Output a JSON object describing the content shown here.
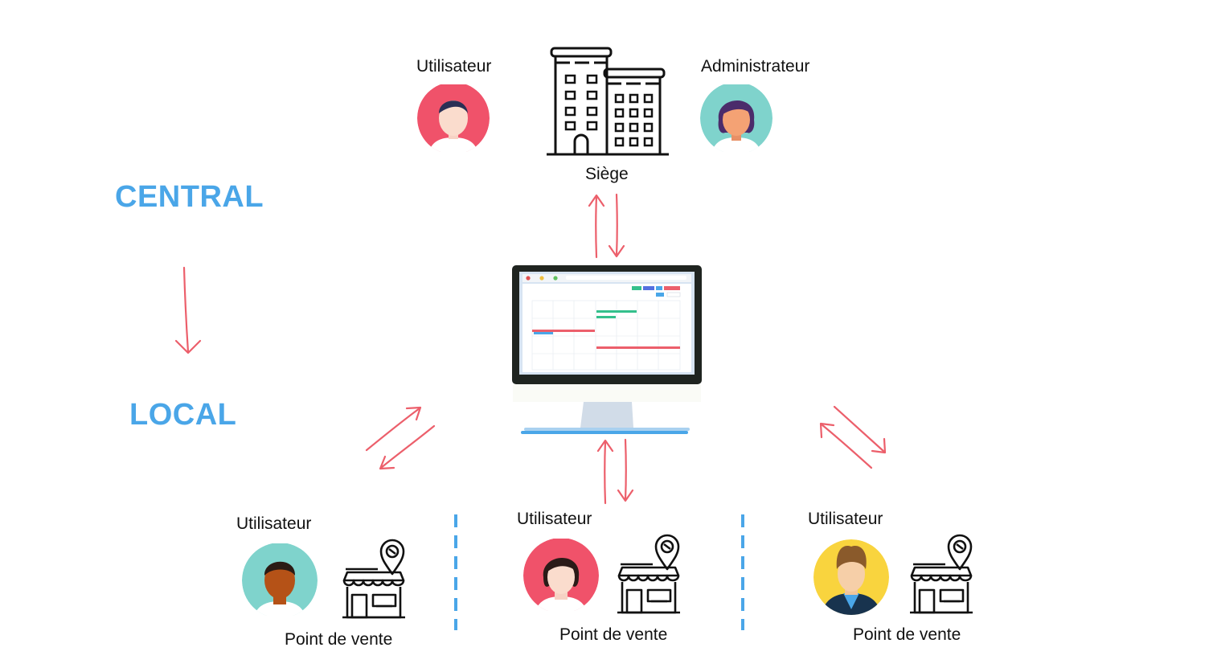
{
  "levels": {
    "central": "CENTRAL",
    "local": "LOCAL"
  },
  "hq": {
    "building_label": "Siège",
    "user_label": "Utilisateur",
    "admin_label": "Administrateur"
  },
  "stores": [
    {
      "user_label": "Utilisateur",
      "store_label": "Point de vente"
    },
    {
      "user_label": "Utilisateur",
      "store_label": "Point de vente"
    },
    {
      "user_label": "Utilisateur",
      "store_label": "Point de vente"
    }
  ],
  "colors": {
    "accent_blue": "#4aa6e8",
    "arrow_red": "#ec5f6b",
    "avatar_pink": "#f0526a",
    "avatar_teal": "#7fd3cc",
    "avatar_yellow": "#f9d43e"
  }
}
